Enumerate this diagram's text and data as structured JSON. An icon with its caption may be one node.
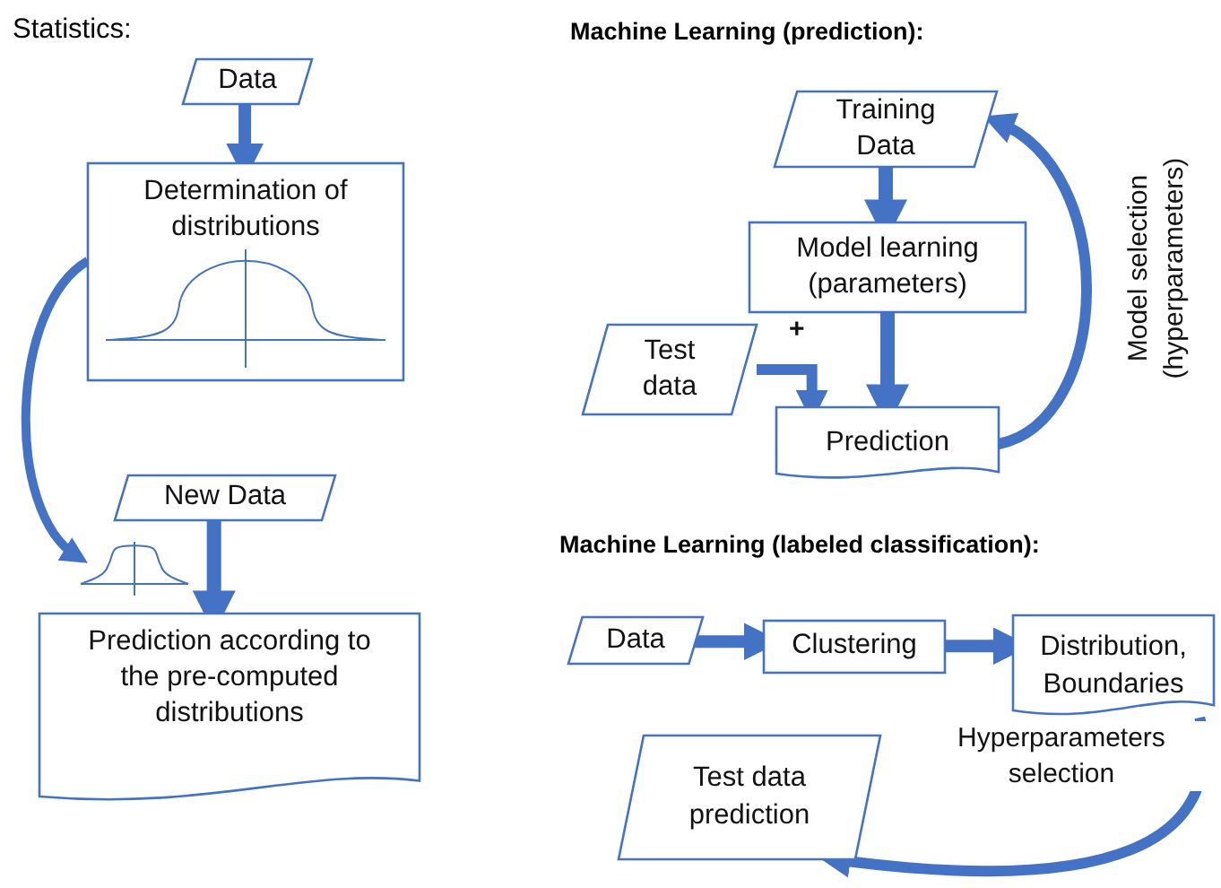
{
  "diagram": {
    "nodes": [
      {
        "text": [
          "Data"
        ]
      },
      {
        "text": [
          "Determination of distributions"
        ]
      },
      {
        "text": [
          "New Data"
        ]
      },
      {
        "text": [],
        "shape": "picture"
      },
      {
        "text": [
          "Prediction according to the pre-computed distributions"
        ]
      },
      {
        "text": [
          "Training Data"
        ]
      },
      {
        "text": [
          "Model learning (parameters)"
        ]
      },
      {
        "text": [
          "Test data"
        ]
      },
      {
        "text": [
          "Prediction"
        ]
      },
      {
        "text": [
          "Data"
        ]
      },
      {
        "text": [
          "Clustering"
        ]
      },
      {
        "text": [
          "Distribution, Boundaries"
        ]
      },
      {
        "text": [
          "Test data prediction"
        ]
      }
    ],
    "edges": [
      {
        "from": 0,
        "to": 1,
        "arrow": "to"
      },
      {
        "from": 1,
        "to": 3,
        "arrow": "to"
      },
      {
        "from": 2,
        "to": 4,
        "arrow": "to"
      },
      {
        "from": 5,
        "to": 6,
        "arrow": "to"
      },
      {
        "from": 6,
        "to": 8,
        "arrow": "to"
      },
      {
        "from": 7,
        "to": 8,
        "label": "+",
        "arrow": "to"
      },
      {
        "from": 8,
        "to": 5,
        "label": "Model selection (hyperparameters)",
        "arrow": "to"
      },
      {
        "from": 9,
        "to": 10,
        "arrow": "to"
      },
      {
        "from": 10,
        "to": 11,
        "arrow": "to"
      },
      {
        "from": 11,
        "to": 12,
        "label": "Hyperparameters selection",
        "arrow": "to"
      }
    ],
    "labels": [
      "Statistics:",
      "Machine Learning (prediction):",
      "Machine Learning (labeled classification):"
    ]
  }
}
